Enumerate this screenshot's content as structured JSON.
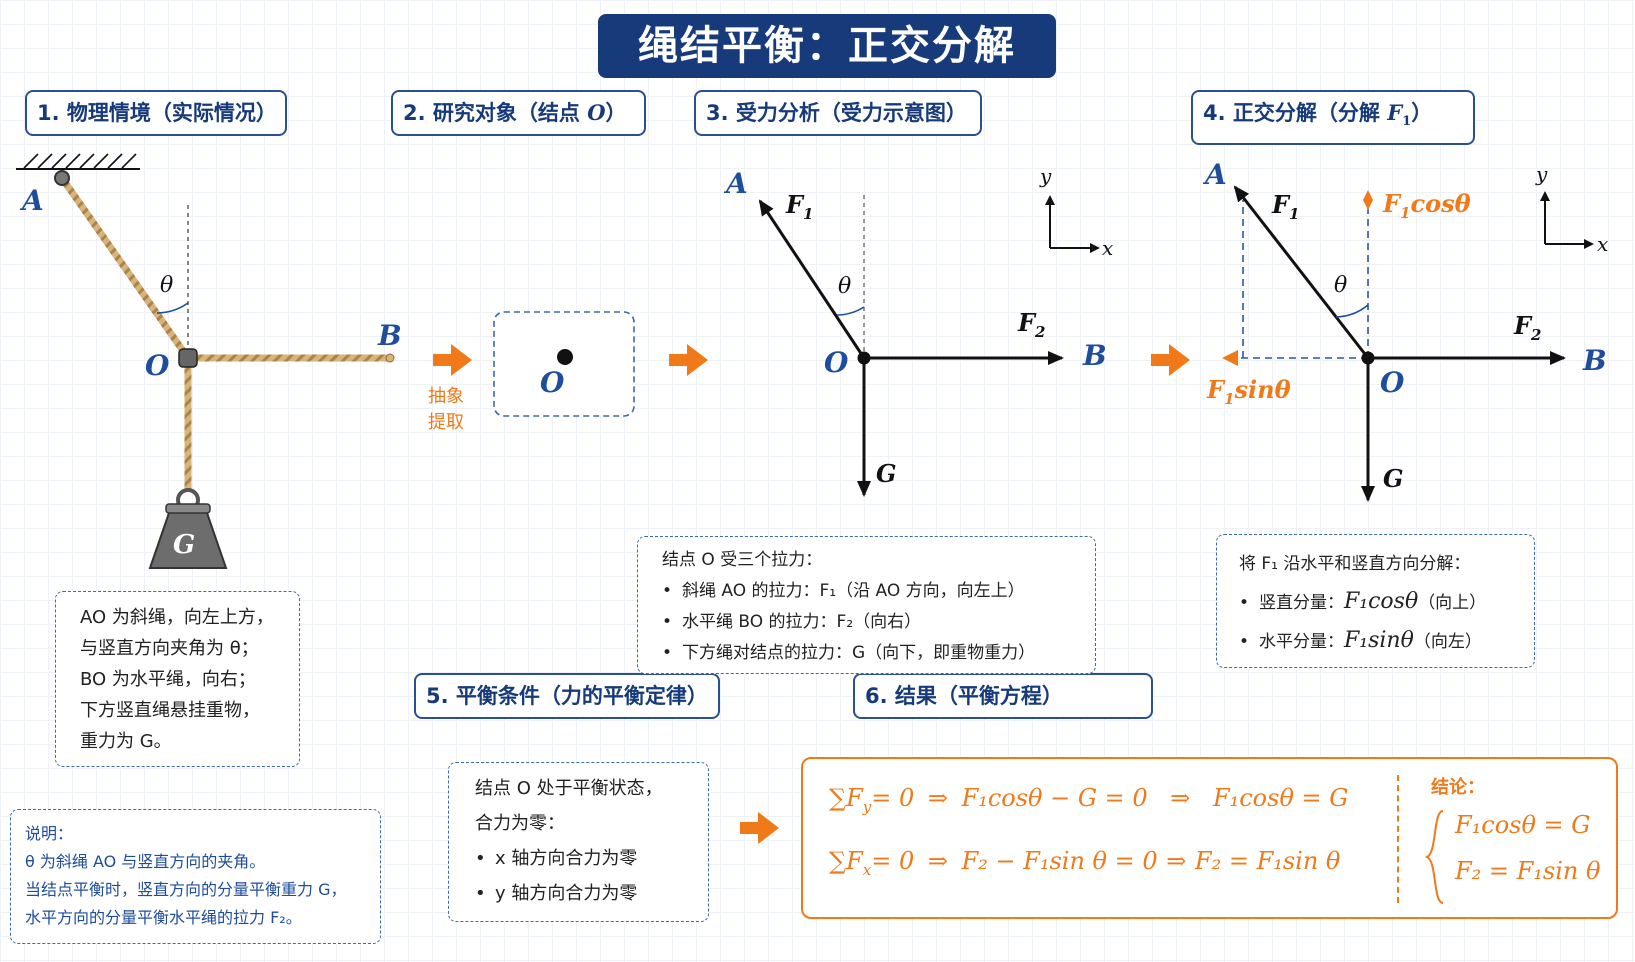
{
  "title": "绳结平衡：正交分解",
  "sections": {
    "s1": "1. 物理情境（实际情况）",
    "s2_prefix": "2. 研究对象（结点 ",
    "s2_var": "O",
    "s2_suffix": "）",
    "s3": "3. 受力分析（受力示意图）",
    "s4_prefix": "4. 正交分解（分解 ",
    "s4_var": "F",
    "s4_sub": "1",
    "s4_suffix": "）",
    "s5": "5. 平衡条件（力的平衡定律）",
    "s6": "6. 结果（平衡方程）"
  },
  "labels": {
    "A": "A",
    "B": "B",
    "O": "O",
    "G": "G",
    "theta": "θ",
    "F1": "F",
    "F2": "F",
    "sub1": "1",
    "sub2": "2",
    "x": "x",
    "y": "y",
    "abstract1": "抽象",
    "abstract2": "提取",
    "f1cos": "cosθ",
    "f1sin": "sinθ"
  },
  "scene_note": [
    "AO 为斜绳，向左上方，",
    "与竖直方向夹角为 θ；",
    "BO 为水平绳，向右；",
    "下方竖直绳悬挂重物，",
    "重力为 G。"
  ],
  "explain": {
    "head": "说明：",
    "lines": [
      "θ 为斜绳 AO 与竖直方向的夹角。",
      "当结点平衡时，竖直方向的分量平衡重力 G，",
      "水平方向的分量平衡水平绳的拉力 F₂。"
    ]
  },
  "forces_note": {
    "head": "结点 O 受三个拉力：",
    "items": [
      "斜绳 AO 的拉力：F₁（沿 AO 方向，向左上）",
      "水平绳 BO 的拉力：F₂（向右）",
      "下方绳对结点的拉力：G（向下，即重物重力）"
    ]
  },
  "decomp_note": {
    "head": "将 F₁ 沿水平和竖直方向分解：",
    "v_label": "竖直分量：",
    "v_val": "F₁cosθ",
    "v_dir": "（向上）",
    "h_label": "水平分量：",
    "h_val": "F₁sinθ",
    "h_dir": "（向左）"
  },
  "balance_note": {
    "lines": [
      "结点 O 处于平衡状态，",
      "合力为零："
    ],
    "items": [
      "x 轴方向合力为零",
      "y 轴方向合力为零"
    ]
  },
  "result": {
    "row1": [
      "∑F",
      "y",
      "= 0",
      "⇒",
      "F₁cosθ − G = 0",
      "⇒",
      "F₁cosθ = G"
    ],
    "row2": [
      "∑F",
      "x",
      "= 0",
      "⇒",
      "F₂ − F₁sin θ = 0",
      "⇒",
      "F₂ = F₁sin θ"
    ],
    "conclusion_head": "结论：",
    "conclusion": [
      "F₁cosθ = G",
      "F₂ = F₁sin θ"
    ]
  },
  "colors": {
    "navy": "#173a7a",
    "blue": "#1d4d9c",
    "orange": "#f07a1a",
    "rope": "#c9a36a"
  }
}
